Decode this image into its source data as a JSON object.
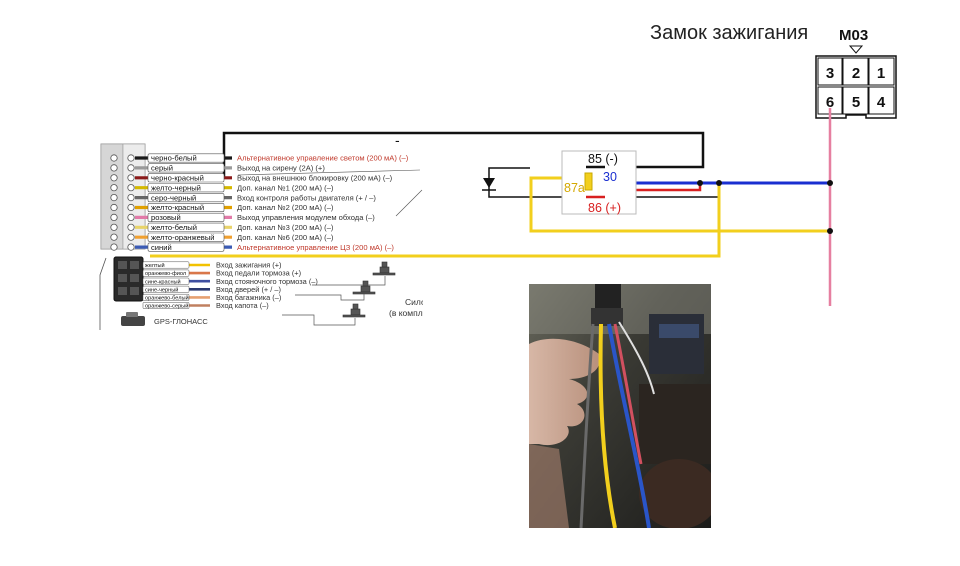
{
  "title": "Замок зажигания",
  "connector": {
    "code": "M03",
    "pins_top": [
      "3",
      "2",
      "1"
    ],
    "pins_bottom": [
      "6",
      "5",
      "4"
    ]
  },
  "main_connector": {
    "wires": [
      {
        "color_name": "черно-белый",
        "function": "Альтернативное управление светом (200 мА) (–)",
        "wire_color": "#1a1a1a",
        "text_color": "#c0392b"
      },
      {
        "color_name": "серый",
        "function": "Выход на сирену (2А) (+)",
        "wire_color": "#9a9a9a",
        "text_color": "#333333"
      },
      {
        "color_name": "черно-красный",
        "function": "Выход на  внешнюю блокировку (200 мА) (–)",
        "wire_color": "#8b1a1a",
        "text_color": "#333333"
      },
      {
        "color_name": "желто-черный",
        "function": "Доп. канал №1  (200 мА) (–)",
        "wire_color": "#d4b800",
        "text_color": "#333333"
      },
      {
        "color_name": "серо-черный",
        "function": "Вход контроля работы двигателя (+ / –)",
        "wire_color": "#666666",
        "text_color": "#333333"
      },
      {
        "color_name": "желто-красный",
        "function": "Доп. канал №2 (200 мА) (–)",
        "wire_color": "#e0a000",
        "text_color": "#333333"
      },
      {
        "color_name": "розовый",
        "function": "Выход управления модулем обхода (–)",
        "wire_color": "#e27aa8",
        "text_color": "#333333"
      },
      {
        "color_name": "желто-белый",
        "function": "Доп. канал №3 (200 мА) (–)",
        "wire_color": "#e8d36a",
        "text_color": "#333333"
      },
      {
        "color_name": "желто-оранжевый",
        "function": "Доп. канал №6 (200 мА) (–)",
        "wire_color": "#f0a030",
        "text_color": "#333333"
      },
      {
        "color_name": "синий",
        "function": "Альтернативное управление ЦЗ (200 мА) (–)",
        "wire_color": "#3b5bb5",
        "text_color": "#c0392b"
      }
    ]
  },
  "input_connector": {
    "wires": [
      {
        "color_name": "желтый",
        "function": "Вход зажигания (+)",
        "wire_color": "#f2c200"
      },
      {
        "color_name": "оранжево-фиол",
        "function": "Вход педали тормоза (+)",
        "wire_color": "#d9774a"
      },
      {
        "color_name": "сине-красный",
        "function": "Вход стояночного тормоза (–)",
        "wire_color": "#3f4fa0"
      },
      {
        "color_name": "сине-черный",
        "function": "Вход дверей (+ / –)",
        "wire_color": "#2c3a70"
      },
      {
        "color_name": "оранжево-белый",
        "function": "Вход багажника (–)",
        "wire_color": "#e6a070"
      },
      {
        "color_name": "оранжево-серый",
        "function": "Вход капота (–)",
        "wire_color": "#c08060"
      }
    ]
  },
  "gps_label": "GPS-ГЛОНАСС",
  "cut_text": {
    "line1": "Сило",
    "line2": "(в компле"
  },
  "relay": {
    "pin_85": "85 (-)",
    "pin_30": "30",
    "pin_87a": "87a",
    "pin_86": "86 (+)"
  },
  "minus_label": "-",
  "colors": {
    "black_wire": "#111111",
    "blue_wire": "#1a2fd0",
    "yellow_wire": "#f2cf1d",
    "red_wire": "#d82020",
    "pink_wire": "#e67fa0",
    "pin30_text": "#1a2fd0",
    "pin87a_text": "#d4a800",
    "pin86_text": "#d82020",
    "alt_text": "#c0392b"
  },
  "photo": {
    "description_icon": "photo-of-wiring-harness"
  }
}
